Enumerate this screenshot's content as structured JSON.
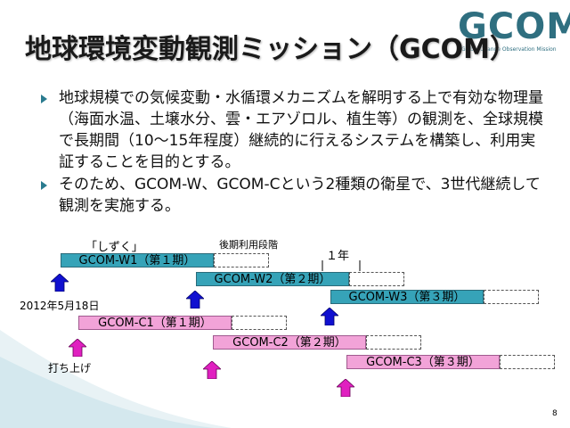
{
  "logo": {
    "word": "GCOM",
    "tagline": "Global Change Observation Mission"
  },
  "title": "地球環境変動観測ミッション（GCOM）",
  "bullets": [
    "地球規模での気候変動・水循環メカニズムを解明する上で有効な物理量（海面水温、土壌水分、雲・エアゾロル、植生等）の観測を、全球規模で長期間（10～15年程度）継続的に行えるシステムを構築し、利用実証することを目的とする。",
    "そのため、GCOM-W、GCOM-Cという2種類の衛星で、3世代継続して観測を実施する。"
  ],
  "diagram": {
    "label_shizuku": "「しずく」",
    "label_later_use": "後期利用段階",
    "label_one_year": "１年",
    "label_launch_date": "2012年5月18日",
    "label_launch": "打ち上げ",
    "bars": {
      "w1": "GCOM-W1（第１期）",
      "w2": "GCOM-W2（第２期）",
      "w3": "GCOM-W3（第３期）",
      "c1": "GCOM-C1（第１期）",
      "c2": "GCOM-C2（第２期）",
      "c3": "GCOM-C3（第３期）"
    },
    "colors": {
      "w_series": "#36a3b8",
      "c_series": "#f2a3d8",
      "w_launch_arrow": "#1010d0",
      "c_launch_arrow": "#e020c0"
    }
  },
  "page_number": "8"
}
